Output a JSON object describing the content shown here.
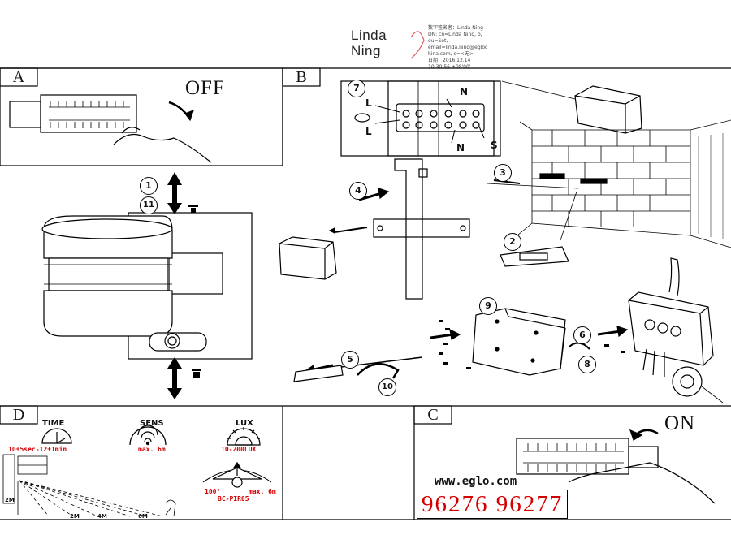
{
  "signature": {
    "name_line1": "Linda",
    "name_line2": "Ning",
    "meta_lines": [
      "数字签名者：Linda Ning",
      "DN: cn=Linda Ning, o,",
      "ou=Set,",
      "email=linda.ning@egloc",
      "hina.com, c=<无>",
      "日期：2016.12.14",
      "10:30:56 +08'00'"
    ]
  },
  "panels": {
    "A": {
      "letter": "A",
      "word": "OFF"
    },
    "B": {
      "letter": "B"
    },
    "C": {
      "letter": "C",
      "word": "ON"
    },
    "D": {
      "letter": "D"
    }
  },
  "steps": [
    "1",
    "2",
    "3",
    "4",
    "5",
    "6",
    "7",
    "8",
    "9",
    "10",
    "11"
  ],
  "wiring": {
    "L_top": "L",
    "L_bottom": "L",
    "N_top": "N",
    "N_bottom": "N",
    "S": "S"
  },
  "settings": {
    "time": {
      "title": "TIME",
      "value": "10±5sec-12±1min"
    },
    "sens": {
      "title": "SENS",
      "value": "max. 6m"
    },
    "lux": {
      "title": "LUX",
      "value": "10-200LUX"
    },
    "angle": "100°",
    "range": "max. 6m",
    "model": "BC-PIR05"
  },
  "distances": {
    "height": "2M",
    "d1": "2M",
    "d2": "4M",
    "d3": "6M"
  },
  "website": "www.eglo.com",
  "product_codes": "96276  96277",
  "colors": {
    "accent": "#d40000",
    "ink": "#000000"
  }
}
